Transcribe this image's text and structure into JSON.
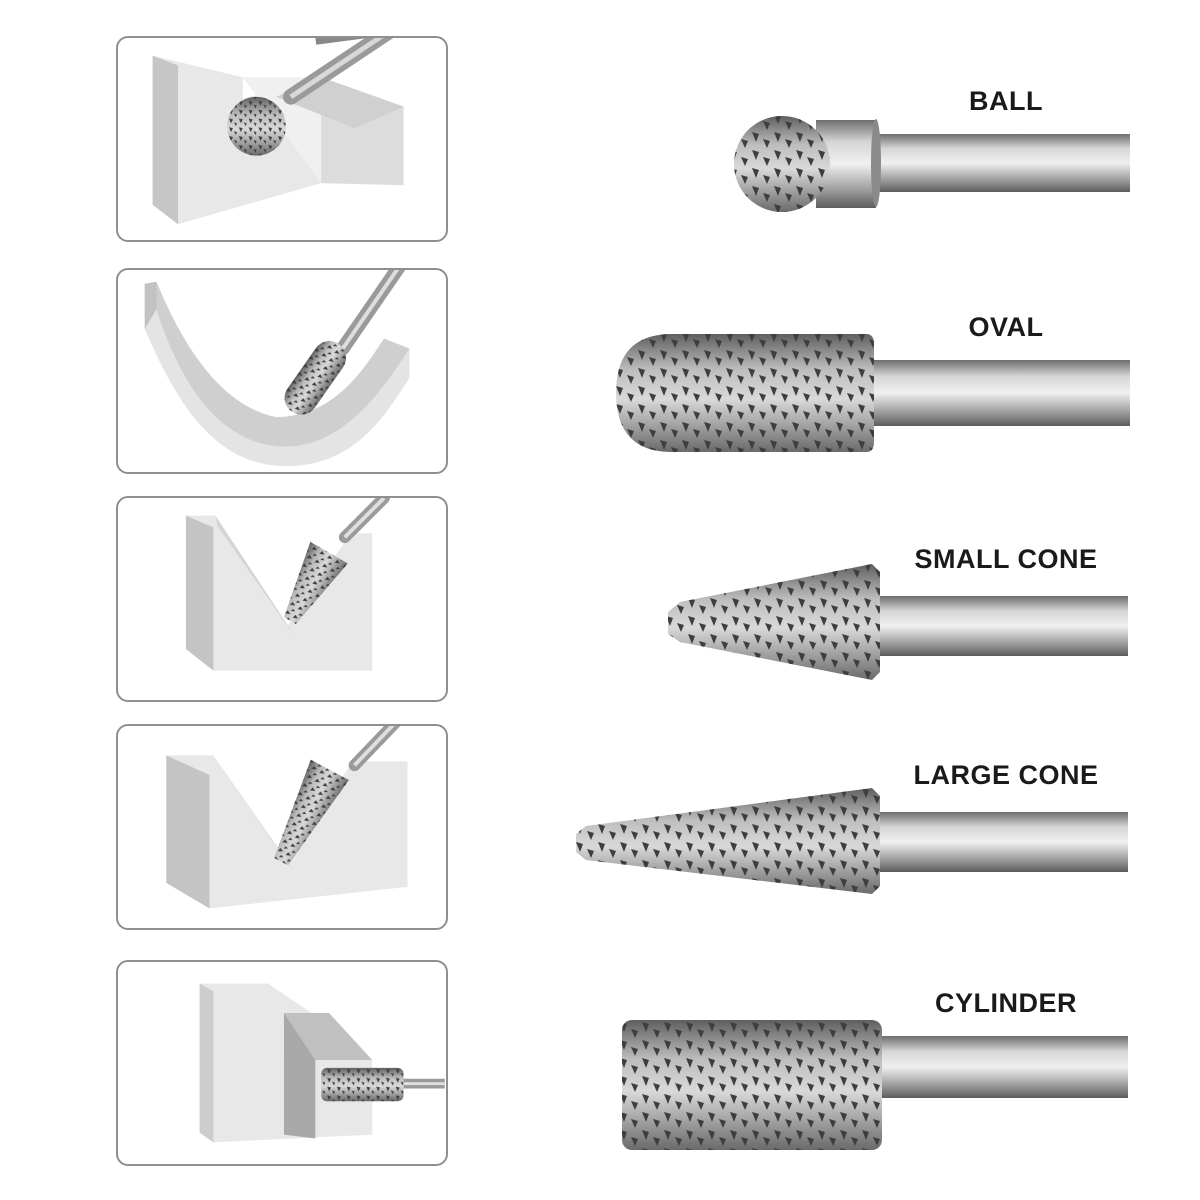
{
  "bit_types": [
    {
      "name": "BALL",
      "icon": "ball-burr-icon"
    },
    {
      "name": "OVAL",
      "icon": "oval-burr-icon"
    },
    {
      "name": "SMALL CONE",
      "icon": "small-cone-burr-icon"
    },
    {
      "name": "LARGE CONE",
      "icon": "large-cone-burr-icon"
    },
    {
      "name": "CYLINDER",
      "icon": "cylinder-burr-icon"
    }
  ],
  "colors": {
    "panel_border": "#8f8f8f",
    "steel_light": "#d9d9d9",
    "steel_mid": "#9a9a9a",
    "steel_dark": "#5a5a5a",
    "block_front": "#e6e6e6",
    "block_side": "#c4c4c4",
    "label_text": "#1a1a1a"
  }
}
